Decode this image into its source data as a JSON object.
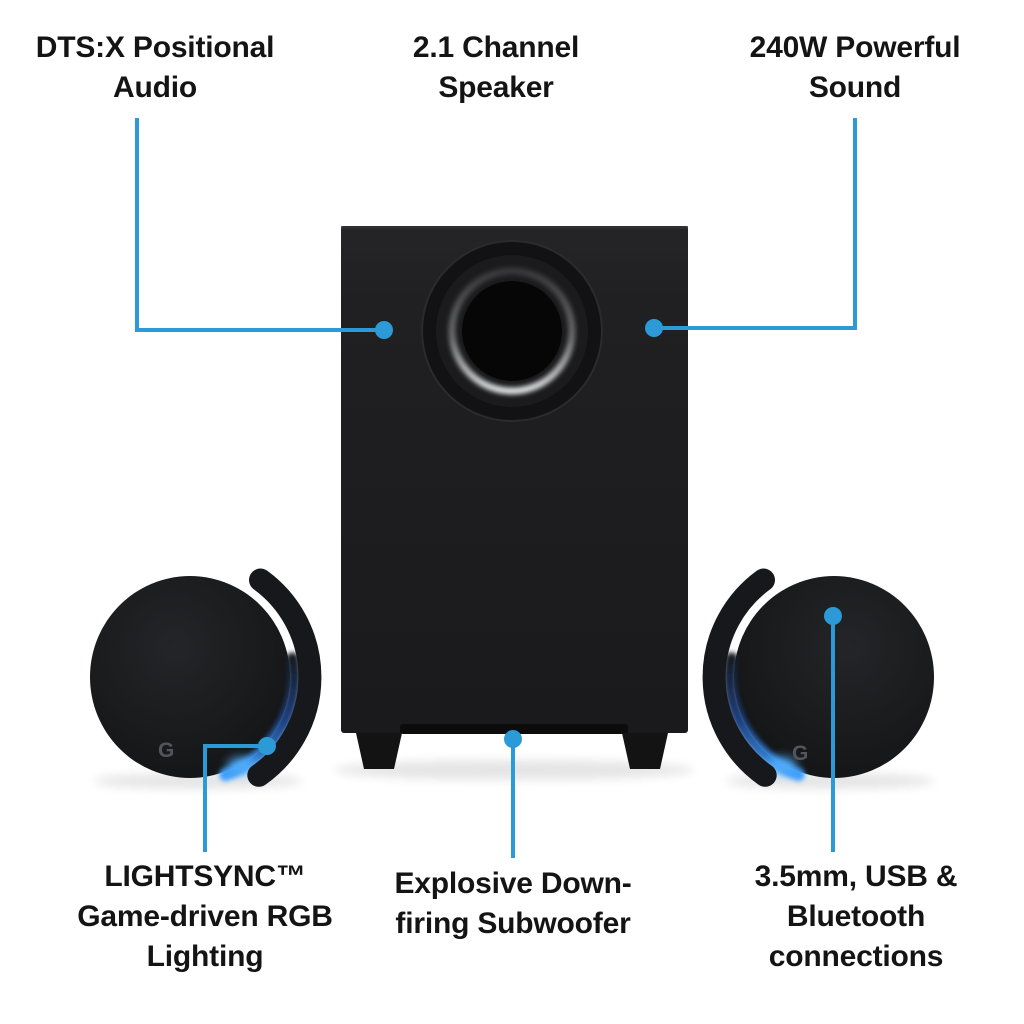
{
  "colors": {
    "accent": "#2b9ad6",
    "background": "#ffffff",
    "text": "#141414"
  },
  "callouts": {
    "dtsx": {
      "lines": [
        "DTS:X Positional",
        "Audio"
      ]
    },
    "channel": {
      "lines": [
        "2.1 Channel",
        "Speaker"
      ]
    },
    "power": {
      "lines": [
        "240W Powerful",
        "Sound"
      ]
    },
    "lightsync": {
      "lines": [
        "LIGHTSYNC™",
        "Game-driven RGB",
        "Lighting"
      ]
    },
    "subwoofer": {
      "lines": [
        "Explosive Down-",
        "firing Subwoofer"
      ]
    },
    "connections": {
      "lines": [
        "3.5mm, USB &",
        "Bluetooth",
        "connections"
      ]
    }
  },
  "product": {
    "logo_mark": "G"
  }
}
